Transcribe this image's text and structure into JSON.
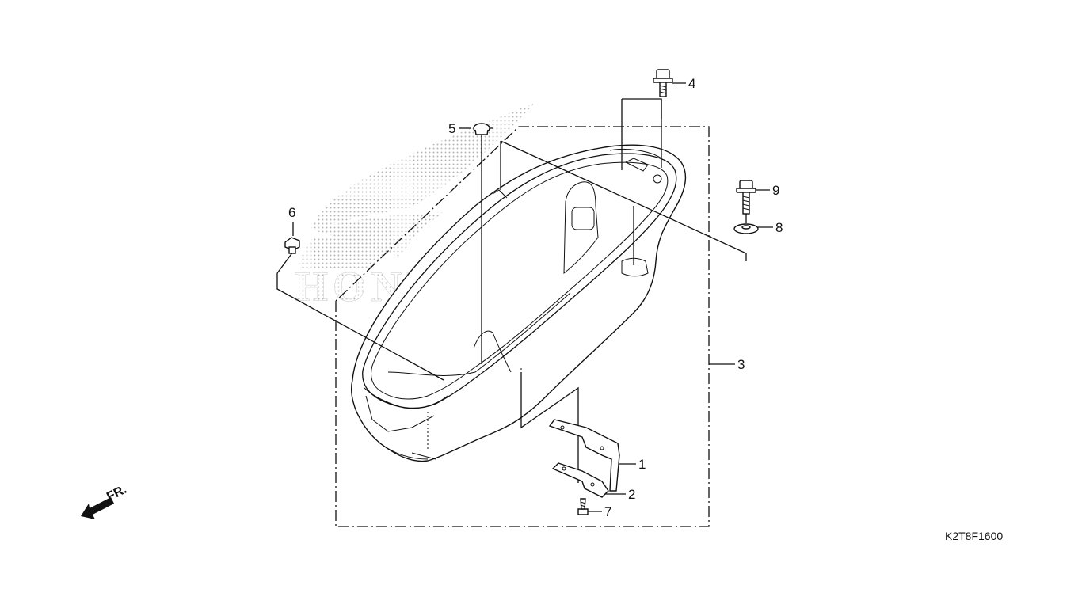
{
  "diagram_code": "K2T8F1600",
  "front_indicator": "FR.",
  "watermark": "HONDA",
  "callouts": [
    "1",
    "2",
    "3",
    "4",
    "5",
    "6",
    "7",
    "8",
    "9"
  ],
  "colors": {
    "line": "#111111",
    "watermark_dots": "#b5b5b5",
    "background": "#ffffff"
  }
}
